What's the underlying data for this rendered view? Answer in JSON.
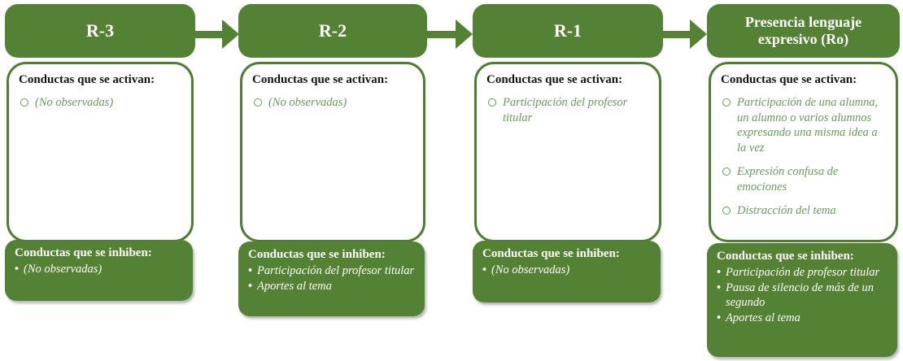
{
  "colors": {
    "stage_green": "#548235",
    "box_border_green": "#4e7e31",
    "item_text_green": "#6a9a58",
    "text_dark": "#131313",
    "text_light": "#ffffff"
  },
  "icons": {
    "arrow": "right-arrow",
    "activated_bullet": "circle-outline-bullet",
    "inhibited_bullet": "dot-bullet"
  },
  "columns": [
    {
      "header": "R-3",
      "activated": {
        "title": "Conductas que se activan:",
        "items": [
          "(No observadas)"
        ]
      },
      "inhibited": {
        "title": "Conductas que se inhiben:",
        "items": [
          "(No observadas)"
        ]
      }
    },
    {
      "header": "R-2",
      "activated": {
        "title": "Conductas que se activan:",
        "items": [
          "(No observadas)"
        ]
      },
      "inhibited": {
        "title": "Conductas que se inhiben:",
        "items": [
          "Participación del profesor titular",
          "Aportes al tema"
        ]
      }
    },
    {
      "header": "R-1",
      "activated": {
        "title": "Conductas que se activan:",
        "items": [
          "Participación del profesor titular"
        ]
      },
      "inhibited": {
        "title": "Conductas que se inhiben:",
        "items": [
          "(No observadas)"
        ]
      }
    },
    {
      "header": "Presencia lenguaje expresivo (Ro)",
      "activated": {
        "title": "Conductas que se activan:",
        "items": [
          "Participación de una alumna, un alumno o varios alumnos expresando una misma idea a la vez",
          "Expresión confusa de emociones",
          "Distracción del tema"
        ]
      },
      "inhibited": {
        "title": "Conductas que se inhiben:",
        "items": [
          "Participación de profesor titular",
          "Pausa de silencio de más de un segundo",
          "Aportes al tema"
        ]
      }
    }
  ]
}
